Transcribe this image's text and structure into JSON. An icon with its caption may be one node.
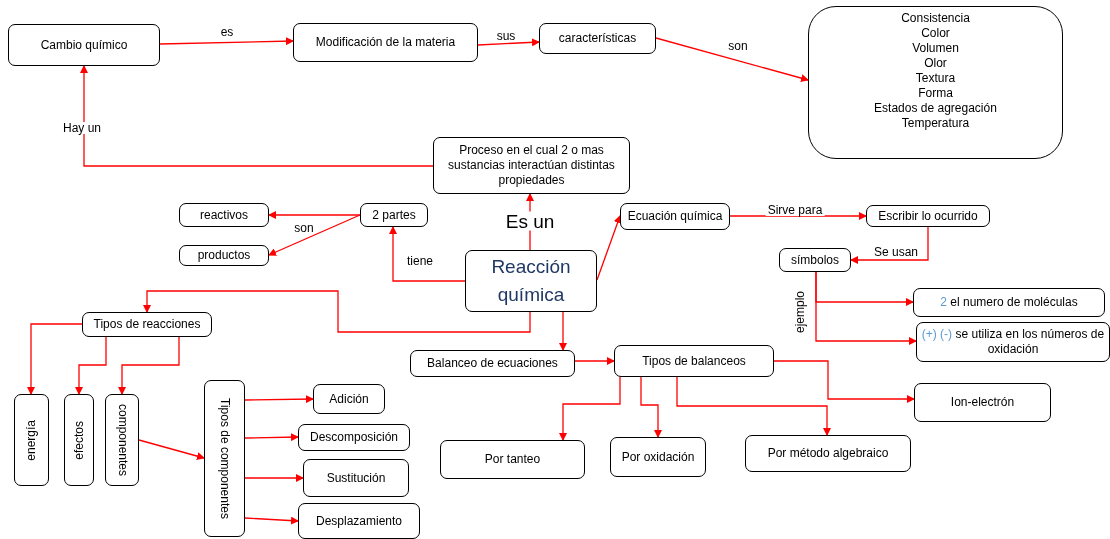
{
  "diagram": {
    "nodes": [
      {
        "text": [
          "Cambio químico"
        ]
      },
      {
        "text": [
          "Modificación de la materia"
        ]
      },
      {
        "text": [
          "características"
        ]
      },
      {
        "text": [
          "Consistencia",
          "Color",
          "Volumen",
          "Olor",
          "Textura",
          "Forma",
          "Estados de agregación",
          "Temperatura"
        ]
      },
      {
        "text": [
          "Proceso en el cual 2 o mas sustancias interactúan distintas propiedades"
        ]
      },
      {
        "text": [
          "Reacción química"
        ]
      },
      {
        "text": [
          "2 partes"
        ]
      },
      {
        "text": [
          "reactivos"
        ]
      },
      {
        "text": [
          "productos"
        ]
      },
      {
        "text": [
          "Ecuación química"
        ]
      },
      {
        "text": [
          "Escribir lo ocurrido"
        ]
      },
      {
        "text": [
          "símbolos"
        ]
      },
      {
        "text": [
          "2",
          "el numero de moléculas"
        ]
      },
      {
        "text": [
          "(+) (-)",
          "se utiliza en los números de oxidación"
        ]
      },
      {
        "text": [
          "Balanceo de ecuaciones"
        ]
      },
      {
        "text": [
          "Tipos de balanceos"
        ]
      },
      {
        "text": [
          "Ion-electrón"
        ]
      },
      {
        "text": [
          "Por tanteo"
        ]
      },
      {
        "text": [
          "Por oxidación"
        ]
      },
      {
        "text": [
          "Por método algebraico"
        ]
      },
      {
        "text": [
          "Tipos de reacciones"
        ]
      },
      {
        "text": [
          "energía"
        ]
      },
      {
        "text": [
          "efectos"
        ]
      },
      {
        "text": [
          "componentes"
        ]
      },
      {
        "text": [
          "Tipos de componentes"
        ]
      },
      {
        "text": [
          "Adición"
        ]
      },
      {
        "text": [
          "Descomposición"
        ]
      },
      {
        "text": [
          "Sustitución"
        ]
      },
      {
        "text": [
          "Desplazamiento"
        ]
      }
    ],
    "edges": [
      {
        "from": 0,
        "to": 1,
        "arrow": "to",
        "label": "es"
      },
      {
        "from": 1,
        "to": 2,
        "arrow": "to",
        "label": "sus"
      },
      {
        "from": 2,
        "to": 3,
        "arrow": "to",
        "label": "son"
      },
      {
        "from": 4,
        "to": 0,
        "arrow": "to",
        "label": "Hay un"
      },
      {
        "from": 5,
        "to": 4,
        "arrow": "to",
        "label": "Es un"
      },
      {
        "from": 5,
        "to": 6,
        "arrow": "to",
        "label": "tiene"
      },
      {
        "from": 6,
        "to": 7,
        "arrow": "to"
      },
      {
        "from": 6,
        "to": 8,
        "arrow": "to",
        "label": "son"
      },
      {
        "from": 5,
        "to": 9,
        "arrow": "to"
      },
      {
        "from": 9,
        "to": 10,
        "arrow": "to",
        "label": "Sirve para"
      },
      {
        "from": 10,
        "to": 11,
        "arrow": "to",
        "label": "Se usan"
      },
      {
        "from": 11,
        "to": 12,
        "arrow": "to",
        "label": "ejemplo"
      },
      {
        "from": 11,
        "to": 13,
        "arrow": "to"
      },
      {
        "from": 5,
        "to": 20,
        "arrow": "to"
      },
      {
        "from": 5,
        "to": 14,
        "arrow": "to"
      },
      {
        "from": 14,
        "to": 15,
        "arrow": "to"
      },
      {
        "from": 15,
        "to": 17,
        "arrow": "to"
      },
      {
        "from": 15,
        "to": 18,
        "arrow": "to"
      },
      {
        "from": 15,
        "to": 19,
        "arrow": "to"
      },
      {
        "from": 15,
        "to": 16,
        "arrow": "to"
      },
      {
        "from": 20,
        "to": 21,
        "arrow": "to"
      },
      {
        "from": 20,
        "to": 22,
        "arrow": "to"
      },
      {
        "from": 20,
        "to": 23,
        "arrow": "to"
      },
      {
        "from": 23,
        "to": 24,
        "arrow": "to"
      },
      {
        "from": 24,
        "to": 25,
        "arrow": "to"
      },
      {
        "from": 24,
        "to": 26,
        "arrow": "to"
      },
      {
        "from": 24,
        "to": 27,
        "arrow": "to"
      },
      {
        "from": 24,
        "to": 28,
        "arrow": "to"
      }
    ]
  }
}
